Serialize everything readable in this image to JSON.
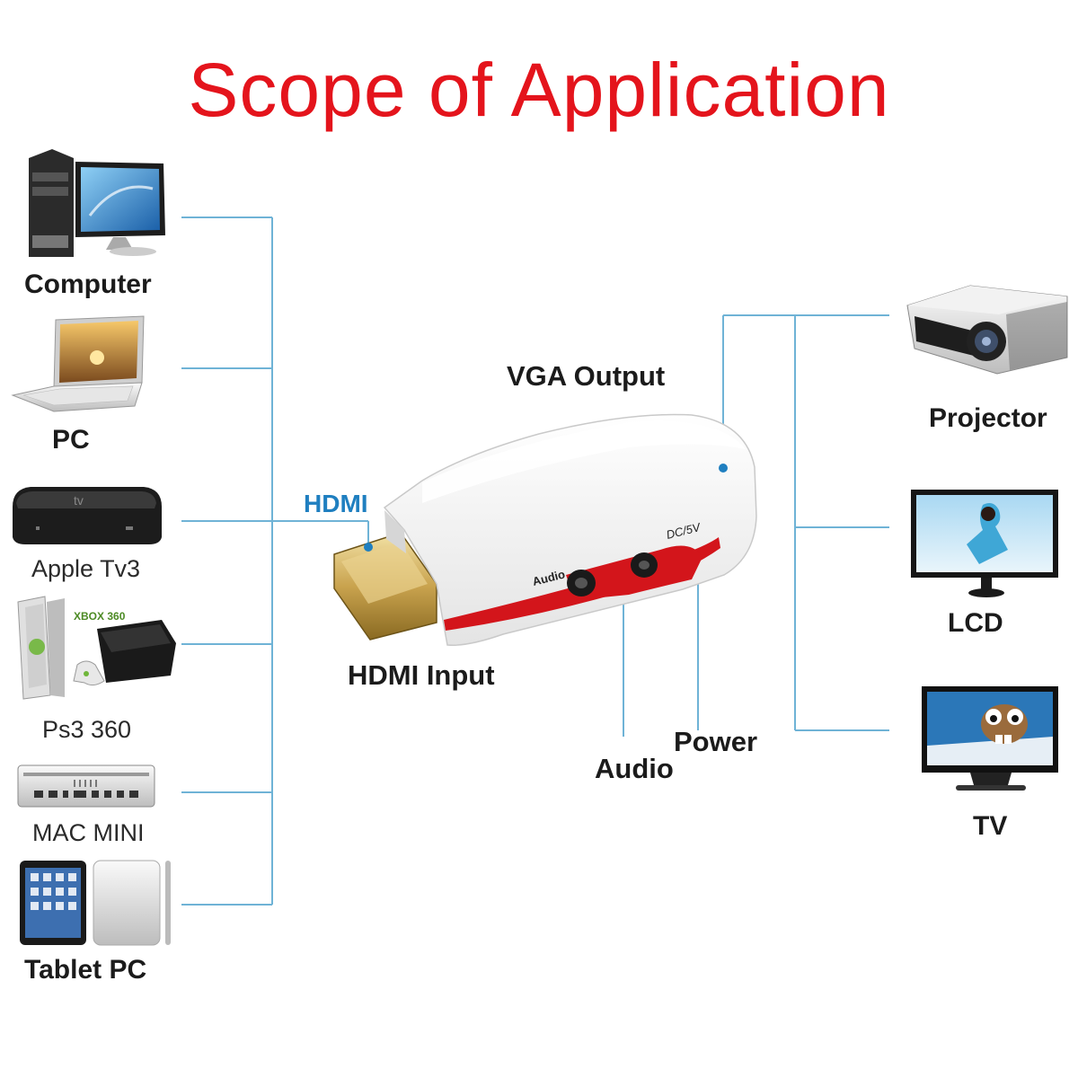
{
  "title": "Scope of Application",
  "adapter": {
    "top_label": "VGA Output",
    "connector_label": "HDMI",
    "input_label": "HDMI Input",
    "audio_label": "Audio",
    "power_label": "Power",
    "body_audio_text": "Audio",
    "body_power_text": "DC/5V"
  },
  "sources": [
    {
      "label": "Computer",
      "icon": "desktop-computer-icon"
    },
    {
      "label": "PC",
      "icon": "laptop-icon"
    },
    {
      "label": "Apple Tv3",
      "icon": "apple-tv-icon"
    },
    {
      "label": "Ps3 360",
      "icon": "game-console-icon",
      "badge": "XBOX 360"
    },
    {
      "label": "MAC MINI",
      "icon": "mac-mini-icon"
    },
    {
      "label": "Tablet PC",
      "icon": "tablet-icon"
    }
  ],
  "displays": [
    {
      "label": "Projector",
      "icon": "projector-icon"
    },
    {
      "label": "LCD",
      "icon": "lcd-monitor-icon"
    },
    {
      "label": "TV",
      "icon": "tv-icon"
    }
  ],
  "colors": {
    "title": "#e4141c",
    "connector_lines": "#6fb3d6",
    "hdmi_label": "#1f7fc0",
    "adapter_stripe": "#d3151b"
  }
}
